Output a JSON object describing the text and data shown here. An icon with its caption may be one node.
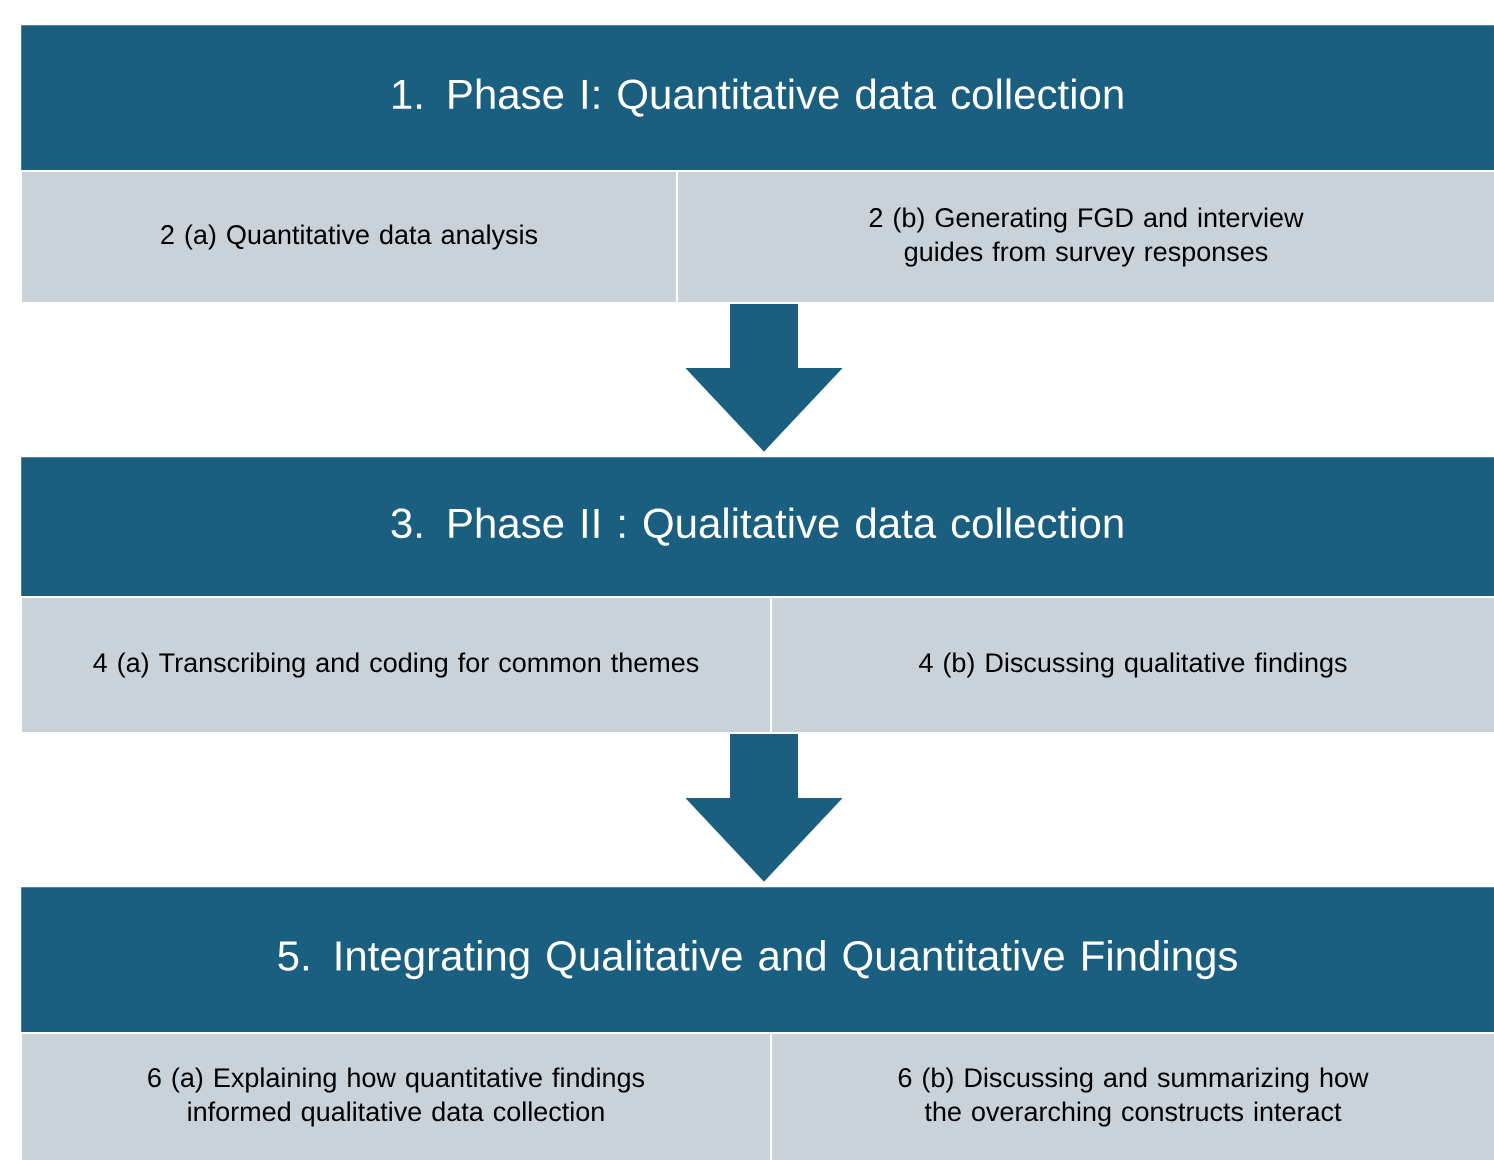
{
  "diagram": {
    "nodes": [
      {
        "text": [
          "1. Phase I: Quantitative data collection"
        ]
      },
      {
        "text": [
          "2 (a) Quantitative data analysis"
        ]
      },
      {
        "text": [
          "2 (b) Generating FGD and interview guides from survey  responses"
        ]
      },
      {
        "text": [
          "3. Phase II : Qualitative data collection"
        ]
      },
      {
        "text": [
          "4 (a) Transcribing and coding for common themes"
        ]
      },
      {
        "text": [
          "4 (b) Discussing qualitative findings"
        ]
      },
      {
        "text": [
          "5. Integrating Qualitative and Quantitative Findings"
        ]
      },
      {
        "text": [
          "6 (a) Explaining how quantitative findings informed qualitative data collection"
        ]
      },
      {
        "text": [
          "6 (b) Discussing and summarizing how the overarching constructs interact"
        ]
      }
    ],
    "edges": [
      {
        "from": 2,
        "to": 3,
        "arrow": "to"
      },
      {
        "from": 4,
        "to": 6,
        "arrow": "to"
      }
    ]
  }
}
